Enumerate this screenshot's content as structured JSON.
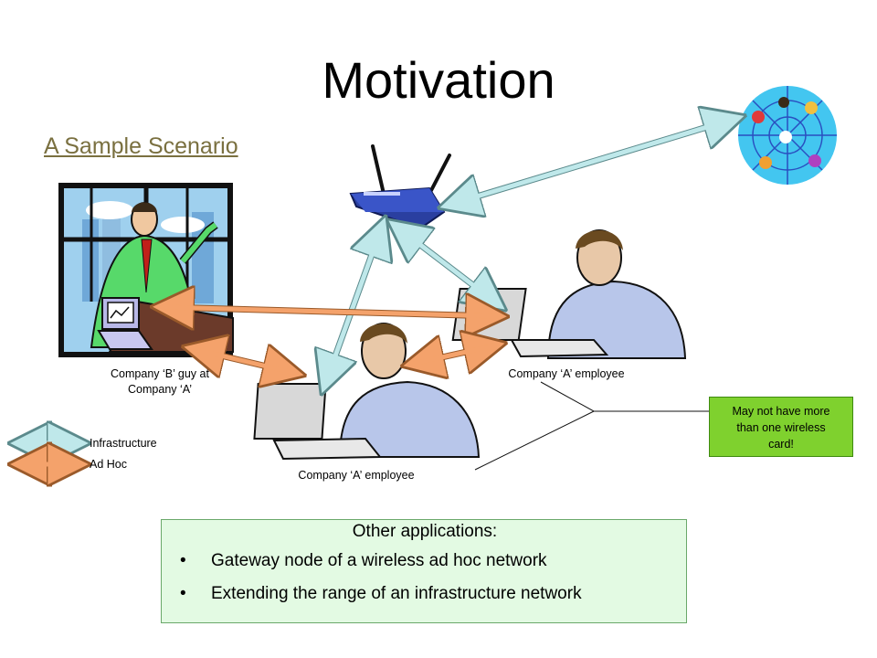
{
  "slide": {
    "title": "Motivation",
    "subtitle": "A Sample Scenario"
  },
  "captions": {
    "company_b_line1": "Company ‘B’ guy at",
    "company_b_line2": "Company ‘A’",
    "company_a_right": "Company ‘A’ employee",
    "company_a_center": "Company ‘A’ employee"
  },
  "callout": {
    "line1": "May not have more",
    "line2": "than one wireless",
    "line3": "card!"
  },
  "legend": {
    "infrastructure": "Infrastructure",
    "adhoc": "Ad Hoc"
  },
  "applications": {
    "heading": "Other applications:",
    "items": [
      "Gateway node of a wireless ad hoc network",
      "Extending the range of an infrastructure network"
    ]
  },
  "colors": {
    "infrastructure_arrow": "#bfe8ea",
    "adhoc_arrow": "#f4a26b",
    "note_bg": "#7fd12e",
    "apps_bg": "#e3fae3"
  }
}
